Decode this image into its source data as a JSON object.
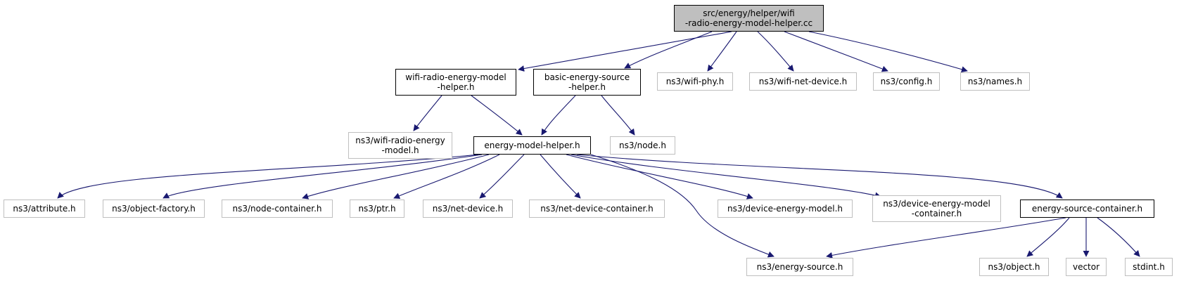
{
  "colors": {
    "edge": "#191970",
    "root_fill": "#bfbfbf",
    "doc_border": "#000000",
    "external_border": "#bfbfbf"
  },
  "nodes": {
    "root": "src/energy/helper/wifi\n-radio-energy-model-helper.cc",
    "wifi_radio_energy_model_helper_h": "wifi-radio-energy-model\n-helper.h",
    "basic_energy_source_helper_h": "basic-energy-source\n-helper.h",
    "ns3_wifi_phy_h": "ns3/wifi-phy.h",
    "ns3_wifi_net_device_h": "ns3/wifi-net-device.h",
    "ns3_config_h": "ns3/config.h",
    "ns3_names_h": "ns3/names.h",
    "ns3_wifi_radio_energy_model_h": "ns3/wifi-radio-energy\n-model.h",
    "energy_model_helper_h": "energy-model-helper.h",
    "ns3_node_h": "ns3/node.h",
    "ns3_attribute_h": "ns3/attribute.h",
    "ns3_object_factory_h": "ns3/object-factory.h",
    "ns3_node_container_h": "ns3/node-container.h",
    "ns3_ptr_h": "ns3/ptr.h",
    "ns3_net_device_h": "ns3/net-device.h",
    "ns3_net_device_container_h": "ns3/net-device-container.h",
    "ns3_device_energy_model_h": "ns3/device-energy-model.h",
    "ns3_device_energy_model_container_h": "ns3/device-energy-model\n-container.h",
    "energy_source_container_h": "energy-source-container.h",
    "ns3_energy_source_h": "ns3/energy-source.h",
    "ns3_object_h": "ns3/object.h",
    "vector": "vector",
    "stdint_h": "stdint.h"
  }
}
